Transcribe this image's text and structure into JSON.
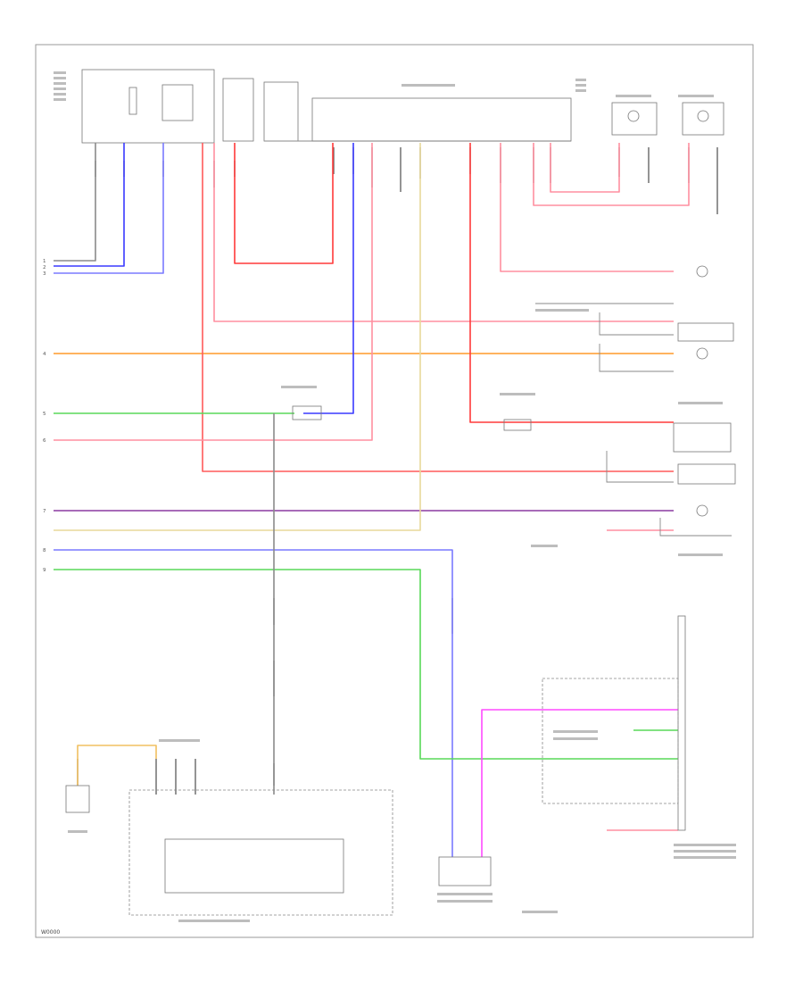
{
  "wire_colors": {
    "blue": "#3a3aff",
    "light_blue": "#7a7aff",
    "red": "#ff3a3a",
    "pink": "#ff8fa0",
    "orange": "#ff9a2a",
    "green": "#58d858",
    "purple": "#8a3aa0",
    "tan": "#e8d89a",
    "magenta": "#ff4aff",
    "gray": "#8a8a8a",
    "yellow_orange": "#f0c060"
  },
  "diagram_markers": {
    "left_numbers": [
      "1",
      "2",
      "3",
      "4",
      "5",
      "6",
      "7",
      "8",
      "9"
    ],
    "footer_code": "W0000"
  }
}
